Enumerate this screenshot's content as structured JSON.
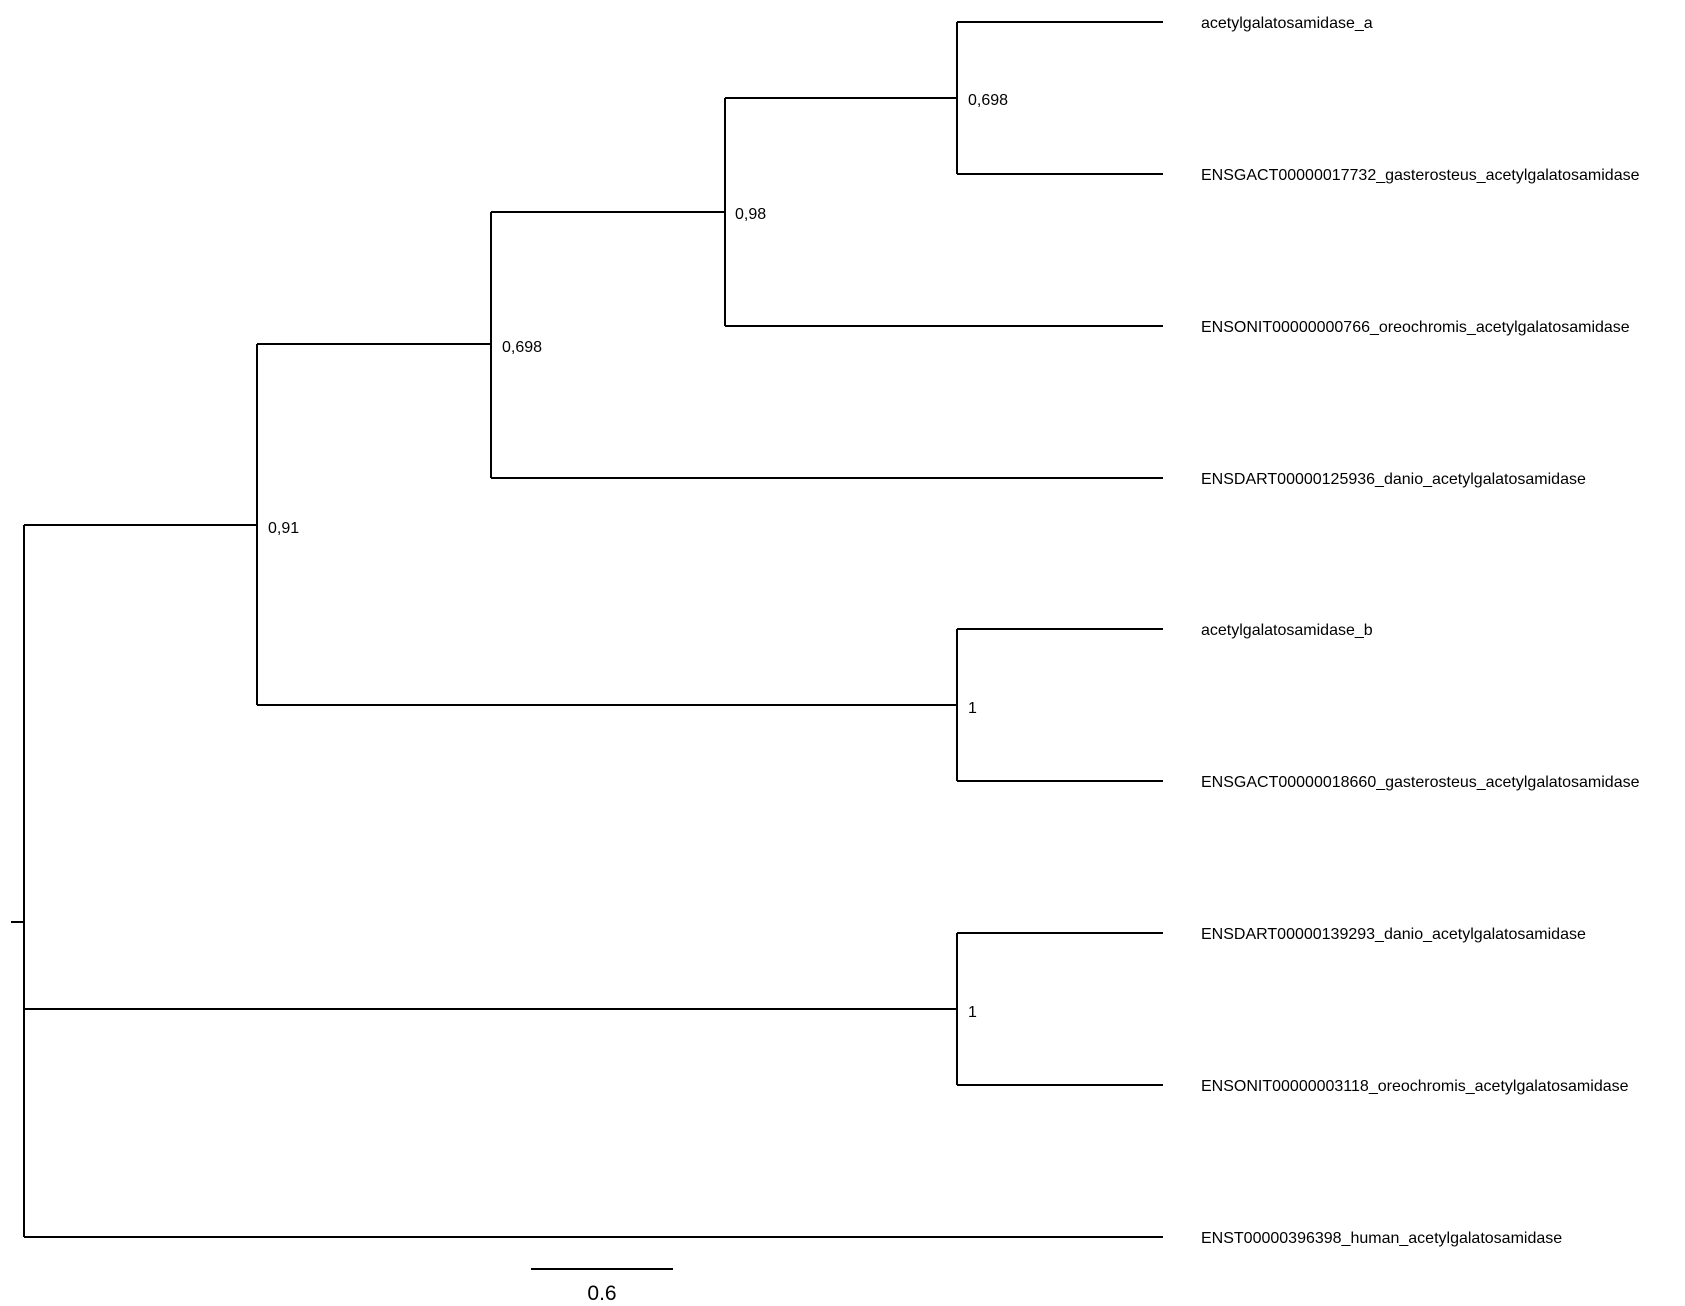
{
  "tree": {
    "tips": [
      {
        "id": "a",
        "label": "acetylgalatosamidase_a"
      },
      {
        "id": "g1",
        "label": "ENSGACT00000017732_gasterosteus_acetylgalatosamidase"
      },
      {
        "id": "o1",
        "label": "ENSONIT00000000766_oreochromis_acetylgalatosamidase"
      },
      {
        "id": "d1",
        "label": "ENSDART00000125936_danio_acetylgalatosamidase"
      },
      {
        "id": "b",
        "label": "acetylgalatosamidase_b"
      },
      {
        "id": "g2",
        "label": "ENSGACT00000018660_gasterosteus_acetylgalatosamidase"
      },
      {
        "id": "d2",
        "label": "ENSDART00000139293_danio_acetylgalatosamidase"
      },
      {
        "id": "o2",
        "label": "ENSONIT00000003118_oreochromis_acetylgalatosamidase"
      },
      {
        "id": "h",
        "label": "ENST00000396398_human_acetylgalatosamidase"
      }
    ],
    "support_values": [
      {
        "node": "a_g1",
        "label": "0,698"
      },
      {
        "node": "a_g1_o1",
        "label": "0,98"
      },
      {
        "node": "a_g1_o1_d1",
        "label": "0,698"
      },
      {
        "node": "upper_clade",
        "label": "0,91"
      },
      {
        "node": "b_g2",
        "label": "1"
      },
      {
        "node": "d2_o2",
        "label": "1"
      }
    ],
    "scale_bar": {
      "label": "0.6"
    }
  }
}
